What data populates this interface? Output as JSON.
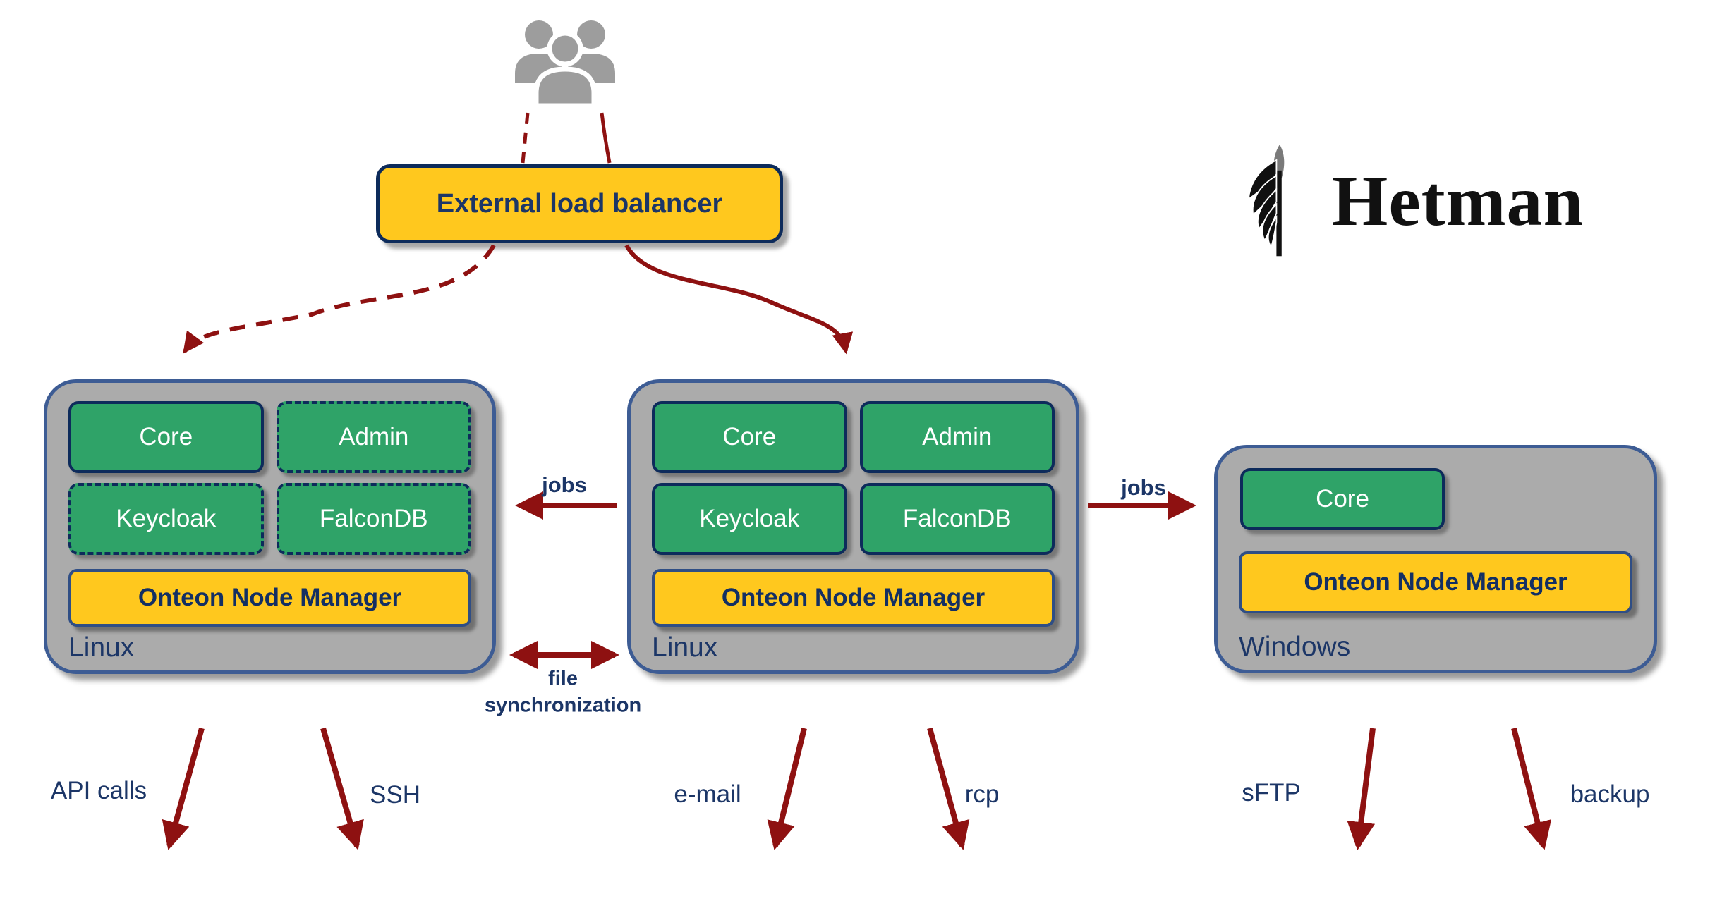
{
  "colors": {
    "yellow": "#FFC81E",
    "green": "#2FA368",
    "navy": "#0D2B5B",
    "textnavy": "#1C3667",
    "steel": "#3D5C94",
    "gray": "#ABABAB",
    "red": "#8E1111",
    "icongray": "#9D9D9D",
    "black": "#111111"
  },
  "users": {
    "icon": "users-icon"
  },
  "load_balancer": {
    "label": "External load balancer"
  },
  "brand": {
    "name": "Hetman",
    "icon": "winged-spear-icon"
  },
  "nodes": [
    {
      "os": "Linux",
      "manager": "Onteon Node Manager",
      "services": [
        {
          "label": "Core",
          "dashed": false
        },
        {
          "label": "Admin",
          "dashed": true
        },
        {
          "label": "Keycloak",
          "dashed": true
        },
        {
          "label": "FalconDB",
          "dashed": true
        }
      ]
    },
    {
      "os": "Linux",
      "manager": "Onteon Node Manager",
      "services": [
        {
          "label": "Core",
          "dashed": false
        },
        {
          "label": "Admin",
          "dashed": false
        },
        {
          "label": "Keycloak",
          "dashed": false
        },
        {
          "label": "FalconDB",
          "dashed": false
        }
      ]
    },
    {
      "os": "Windows",
      "manager": "Onteon Node Manager",
      "services": [
        {
          "label": "Core",
          "dashed": false
        }
      ]
    }
  ],
  "connections": {
    "jobs_left": "jobs",
    "jobs_right": "jobs",
    "file_sync_line1": "file",
    "file_sync_line2": "synchronization"
  },
  "bottom_labels": [
    "API calls",
    "SSH",
    "e-mail",
    "rcp",
    "sFTP",
    "backup"
  ]
}
